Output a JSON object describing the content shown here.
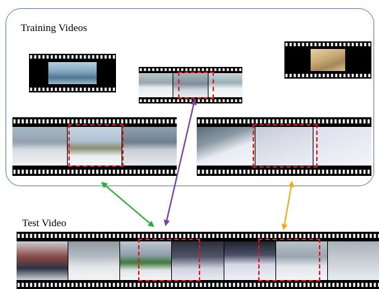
{
  "training_label": "Training Videos",
  "test_label": "Test Video",
  "ellipsis": "...",
  "colors": {
    "panel_border": "#5b86b8",
    "selection": "#e01818",
    "arrow_green": "#2aab3a",
    "arrow_purple": "#7a3c9e",
    "arrow_orange": "#f0aa1e"
  },
  "film_strips": [
    {
      "name": "training-clip-1",
      "frames": 1
    },
    {
      "name": "training-clip-2",
      "frames": 3,
      "selected_frame": 2
    },
    {
      "name": "training-clip-3",
      "frames": 1
    },
    {
      "name": "training-clip-4",
      "frames": 3,
      "selected_frame": 2
    },
    {
      "name": "training-clip-5",
      "frames": 3,
      "selected_frame": 2
    },
    {
      "name": "test-clip",
      "frames": 7,
      "selected_frames": [
        3,
        6
      ]
    }
  ]
}
